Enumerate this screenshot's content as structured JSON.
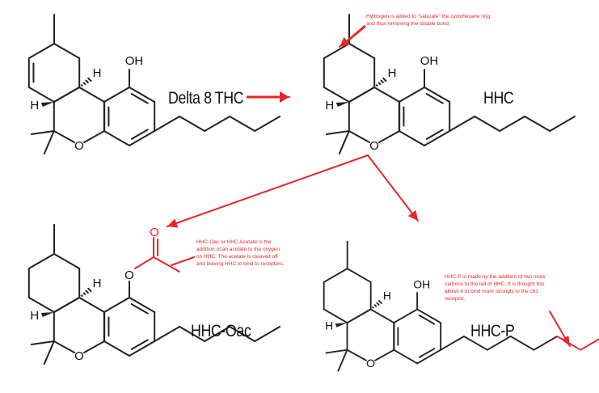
{
  "colors": {
    "bond": "#222222",
    "accent": "#e8252a"
  },
  "molecules": [
    {
      "name": "Delta 8 THC",
      "atom_labels": {
        "oh": "OH",
        "o": "O",
        "h": "H"
      }
    },
    {
      "name": "HHC",
      "atom_labels": {
        "oh": "OH",
        "o": "O",
        "h": "H"
      }
    },
    {
      "name": "HHC-Oac",
      "atom_labels": {
        "o_ester": "O",
        "o_carbonyl": "O",
        "o": "O",
        "h": "H"
      }
    },
    {
      "name": "HHC-P",
      "atom_labels": {
        "oh": "OH",
        "o": "O",
        "h": "H"
      }
    }
  ],
  "annotations": {
    "hhc": "Hydrogen is added to \"saturate\" the cyclohexane ring and thus removing the double bond.",
    "hhc_oac": "HHC-Oac or HHC Acetate is the addition of an acetate to the oxygen on HHC. The acetate is cleaved off and leaving HHC to bind to receptors.",
    "hhc_p": "HHC-P is made by the addition of two more carbons to the tail of HHC. It is thought this allows it to bind more strongly to the cb1 receptor."
  }
}
